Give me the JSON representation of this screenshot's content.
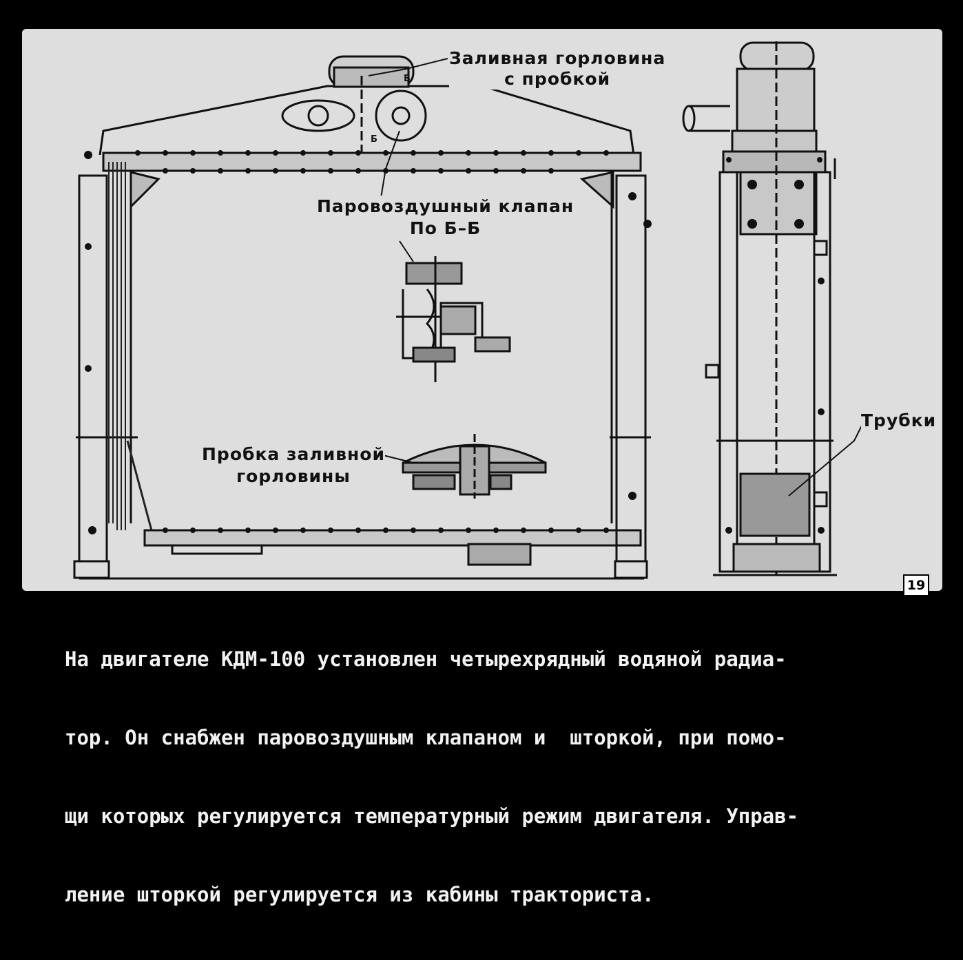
{
  "labels": {
    "filler_neck": [
      "Заливная горловина",
      "с пробкой"
    ],
    "valve": [
      "Паровоздушный клапан",
      "По Б–Б"
    ],
    "cap": [
      "Пробка заливной",
      "горловины"
    ],
    "tubes": "Трубки",
    "section_mark_top": "Б",
    "section_mark_bottom": "Б"
  },
  "page_number": "19",
  "caption_lines": [
    "На двигателе КДМ-100 установлен четырехрядный водяной радиа-",
    "тор. Он снабжен паровоздушным клапаном и  шторкой, при помо-",
    "щи которых регулируется температурный режим двигателя. Управ-",
    "ление шторкой регулируется из кабины тракториста."
  ],
  "colors": {
    "background": "#000000",
    "panel": "#dedede",
    "ink": "#111111",
    "caption": "#f2f2f2"
  }
}
